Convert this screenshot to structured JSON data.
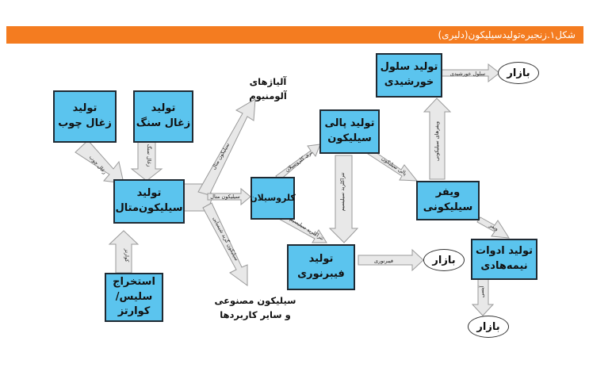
{
  "header": {
    "title": "شکل۱.زنجیره‌تولیدسیلیکون(دلیری)"
  },
  "boxes": {
    "wood_charcoal": "تولید\nزغال چوب",
    "stone_charcoal": "تولید\nزغال سنگ",
    "silicon_metal": "تولید\nسیلیکون‌متال",
    "quartz": "استخراج\nسلیس/\nکوارتز",
    "chlorosilane": "کلروسیلان",
    "polysilicon": "تولید پالی\nسیلیکون",
    "solar_cell": "تولید سلول\nخورشیدی",
    "wafer": "ویفر\nسیلیکونی",
    "fiber": "تولید\nفیبرنوری",
    "semiconductor": "تولید ادوات\nنیمه‌هادی"
  },
  "markets": {
    "market1": "بازار",
    "market2": "بازار",
    "market3": "بازار"
  },
  "texts": {
    "aluminum": "آلیاژهای\nآلومنیوم",
    "synthetic": "سیلیکون مصنوعی\nو سایر کاربردها"
  },
  "arrow_labels": {
    "a1": "زغال چوب",
    "a2": "زغال سنگ",
    "a3": "کوارتز",
    "a4": "سیلیکون متال",
    "a5": "سیلیکون متال",
    "a6": "سیلیکون گرید شیمیایی",
    "a7": "تری کلروسیلان",
    "a8": "تتراکلرید سیلیسیم",
    "a9": "تتراکلرید سیلیسیم",
    "a10": "پالی سیلیکون",
    "a11": "ویفر",
    "a12": "ویفرهای سیلیکونی",
    "a13": "سلول خورشیدی",
    "a14": "فیبرنوری",
    "a15": "آیسی"
  },
  "colors": {
    "header": "#f47c20",
    "box": "#5bc4ee",
    "arrow": "#e8e8e8"
  }
}
